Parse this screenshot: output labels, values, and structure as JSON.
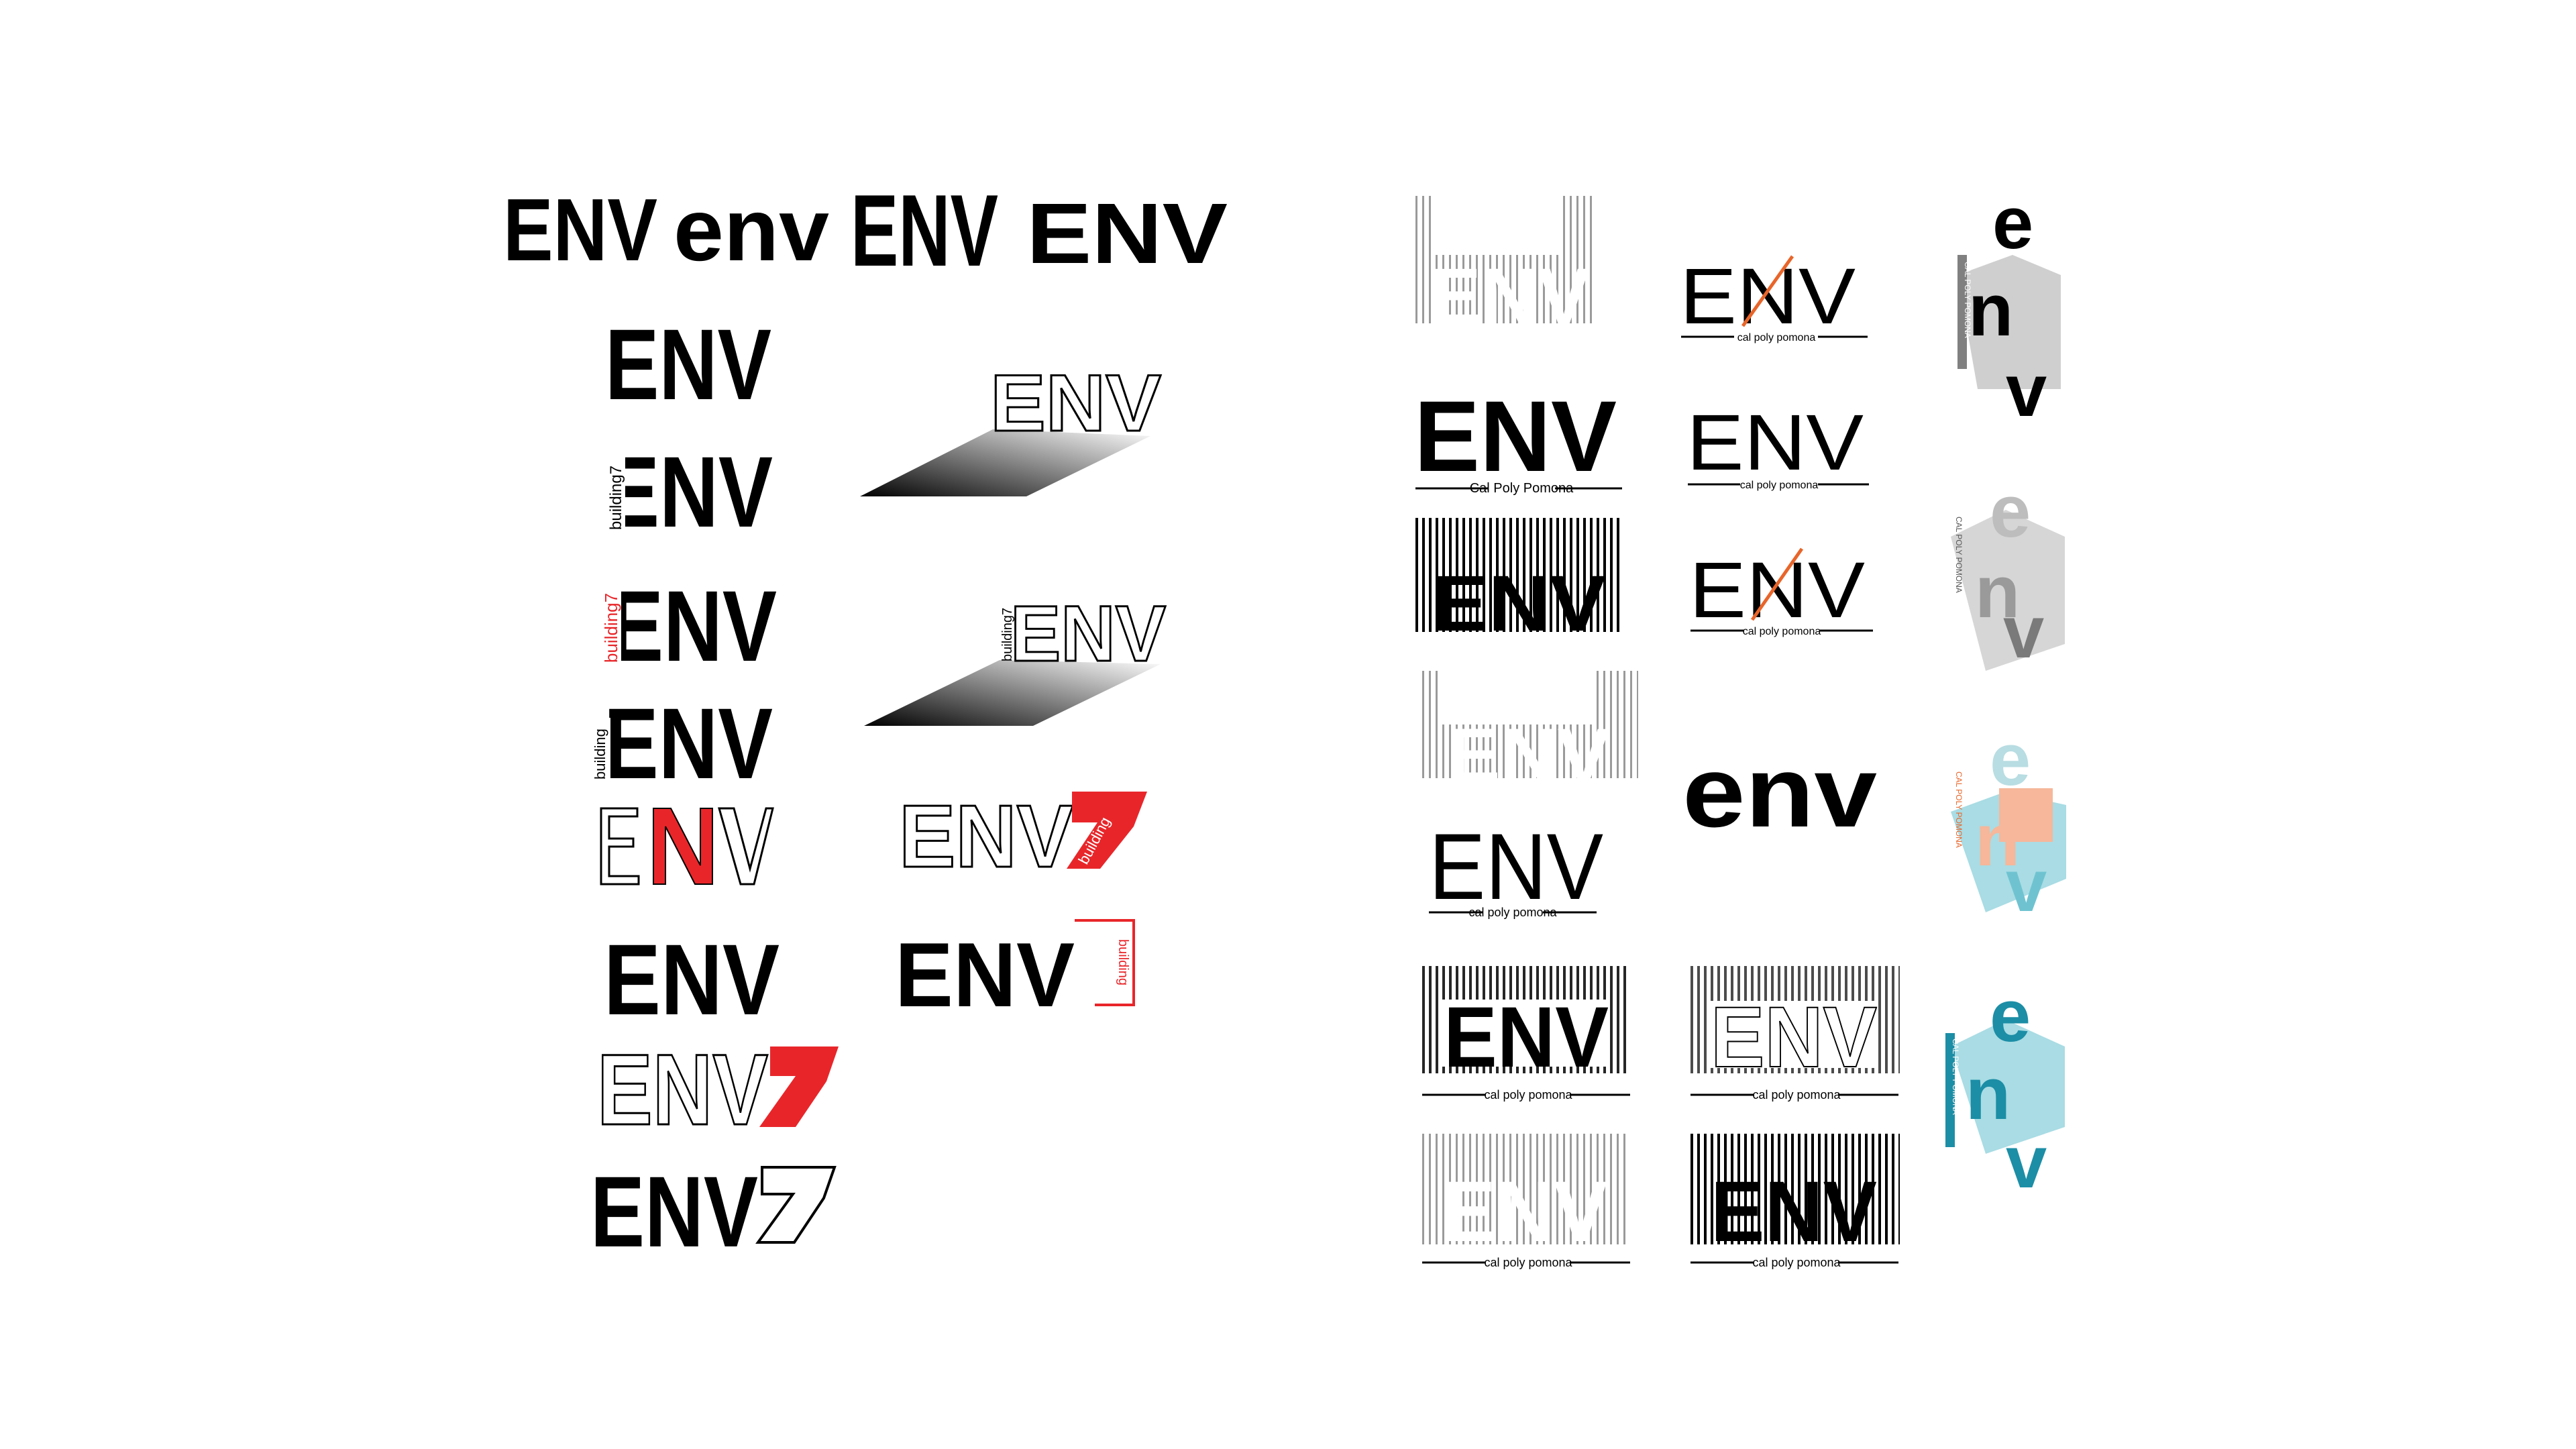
{
  "sheet": {
    "main_text": "ENV",
    "main_text_lower": "env",
    "seven": "7",
    "caption": "cal poly pomona",
    "caption_title": "Cal Poly Pomona",
    "building7": "building7",
    "building": "building",
    "vertical_caption": "CAL POLY POMONA",
    "letters": {
      "e": "e",
      "n": "n",
      "v": "v"
    }
  },
  "colors": {
    "ink": "#000000",
    "red": "#e8262a",
    "orange": "#e8652a",
    "gray": "#9a9a9a",
    "light_gray": "#c8c8c8",
    "teal": "#1c8ea6",
    "light_teal": "#a9dce4",
    "peach": "#f6b79a"
  }
}
